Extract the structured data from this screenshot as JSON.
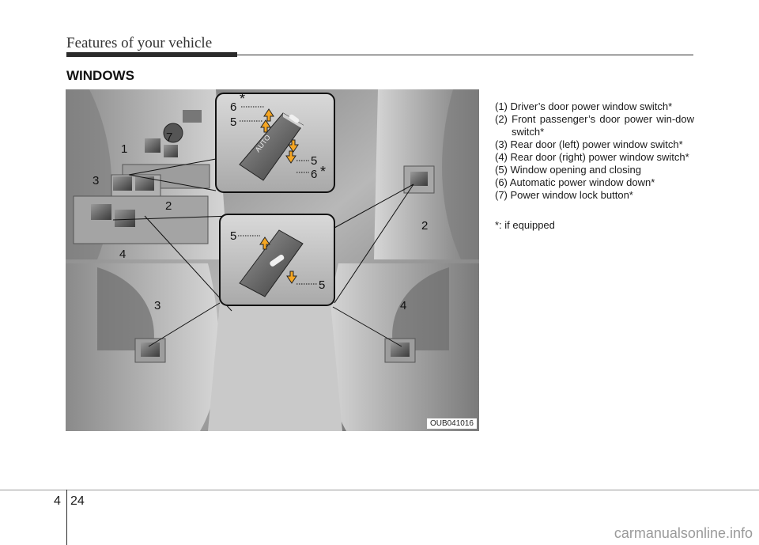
{
  "header": {
    "title": "Features of your vehicle"
  },
  "section": {
    "heading": "WINDOWS"
  },
  "figure": {
    "code": "OUB041016",
    "callouts": {
      "c1": "1",
      "c2a": "2",
      "c2b": "2",
      "c3a": "3",
      "c3b": "3",
      "c4a": "4",
      "c4b": "4",
      "c7": "7",
      "top_up_auto": "6",
      "top_up": "5",
      "top_down": "5",
      "top_down_auto": "6",
      "mid_up": "5",
      "mid_down": "5",
      "asterisk": "*"
    },
    "switch_text": "AUTO"
  },
  "legend": {
    "items": [
      "(1) Driver’s door power window switch*",
      "(2) Front passenger’s door power win-dow switch*",
      "(3) Rear door (left) power window switch*",
      "(4) Rear door (right) power window switch*",
      "(5) Window opening and closing",
      "(6) Automatic power window down*",
      "(7) Power window lock button*"
    ],
    "note": "*: if equipped"
  },
  "footer": {
    "chapter": "4",
    "page": "24",
    "watermark": "carmanualsonline.info"
  },
  "colors": {
    "arrow_fill": "#f5a623",
    "panel_gray": "#bdbdbd"
  }
}
